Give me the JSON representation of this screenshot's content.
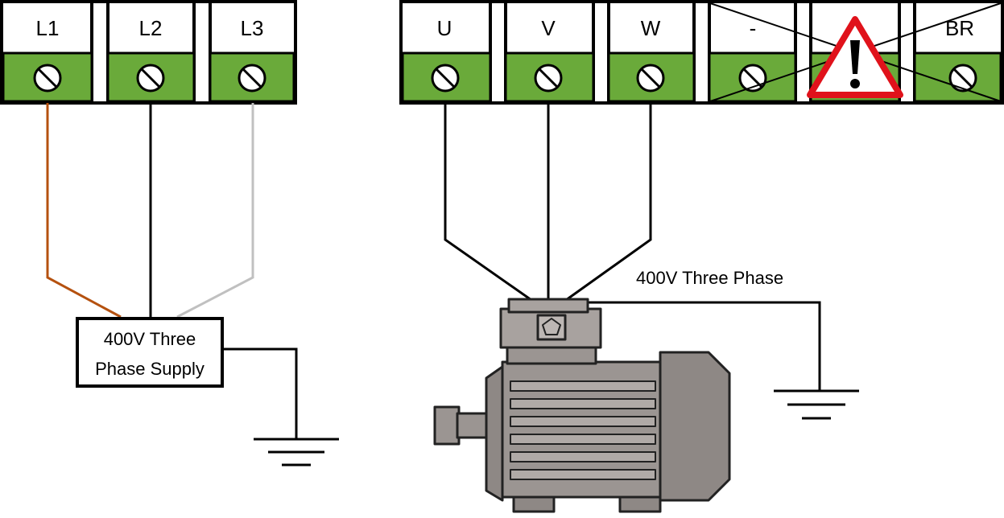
{
  "supply_terminals": {
    "labels": [
      "L1",
      "L2",
      "L3"
    ],
    "wire_colors": [
      "#b5510f",
      "#000000",
      "#c0c0c0"
    ]
  },
  "output_terminals": {
    "labels": [
      "U",
      "V",
      "W",
      "-",
      "",
      "BR"
    ],
    "crossed_out": [
      "-",
      "",
      "BR"
    ]
  },
  "supply_box": {
    "line1": "400V Three",
    "line2": "Phase Supply"
  },
  "motor_label": "400V Three Phase",
  "colors": {
    "terminal_green": "#6aaa3a",
    "frame": "#000000",
    "warning_red": "#e0121b",
    "motor_grey": "#9b9592"
  },
  "icons": [
    "screw-icon",
    "warning-icon",
    "ground-icon",
    "motor-icon"
  ]
}
